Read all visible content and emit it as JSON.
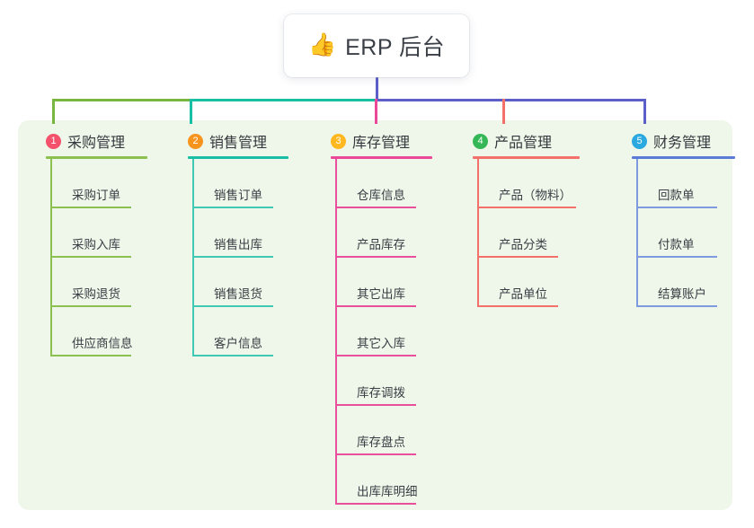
{
  "root": {
    "icon": "thumbs-up-icon",
    "icon_glyph": "👍",
    "title": "ERP 后台"
  },
  "theme": {
    "panel_background": "#EEF7E9",
    "page_background": "#FFFFFF",
    "center_stem_color": "#5C5FC8",
    "bus_colors": [
      "#79B63F",
      "#18BFA5",
      "#5C5FC8"
    ]
  },
  "columns": [
    {
      "number": "1",
      "title": "采购管理",
      "badge_color": "#F4516C",
      "rule_color": "#8CC152",
      "line_color": "#8CC152",
      "stub_color": "#79B63F",
      "items": [
        {
          "label": "采购订单"
        },
        {
          "label": "采购入库"
        },
        {
          "label": "采购退货"
        },
        {
          "label": "供应商信息"
        }
      ]
    },
    {
      "number": "2",
      "title": "销售管理",
      "badge_color": "#F7941E",
      "rule_color": "#18BFA5",
      "line_color": "#3FC9B4",
      "stub_color": "#18BFA5",
      "items": [
        {
          "label": "销售订单"
        },
        {
          "label": "销售出库"
        },
        {
          "label": "销售退货"
        },
        {
          "label": "客户信息"
        }
      ]
    },
    {
      "number": "3",
      "title": "库存管理",
      "badge_color": "#FFB820",
      "rule_color": "#EC4899",
      "line_color": "#E8509B",
      "stub_color": "#EC4899",
      "items": [
        {
          "label": "仓库信息"
        },
        {
          "label": "产品库存"
        },
        {
          "label": "其它出库"
        },
        {
          "label": "其它入库"
        },
        {
          "label": "库存调拨"
        },
        {
          "label": "库存盘点"
        },
        {
          "label": "出库库明细"
        }
      ]
    },
    {
      "number": "4",
      "title": "产品管理",
      "badge_color": "#34B857",
      "rule_color": "#F4706B",
      "line_color": "#F4706B",
      "stub_color": "#F4706B",
      "items": [
        {
          "label": "产品（物料）",
          "wide": true
        },
        {
          "label": "产品分类"
        },
        {
          "label": "产品单位"
        }
      ]
    },
    {
      "number": "5",
      "title": "财务管理",
      "badge_color": "#29A9E0",
      "rule_color": "#5C7BD9",
      "line_color": "#7E9BE0",
      "stub_color": "#5C5FC8",
      "items": [
        {
          "label": "回款单"
        },
        {
          "label": "付款单"
        },
        {
          "label": "结算账户"
        }
      ]
    }
  ]
}
